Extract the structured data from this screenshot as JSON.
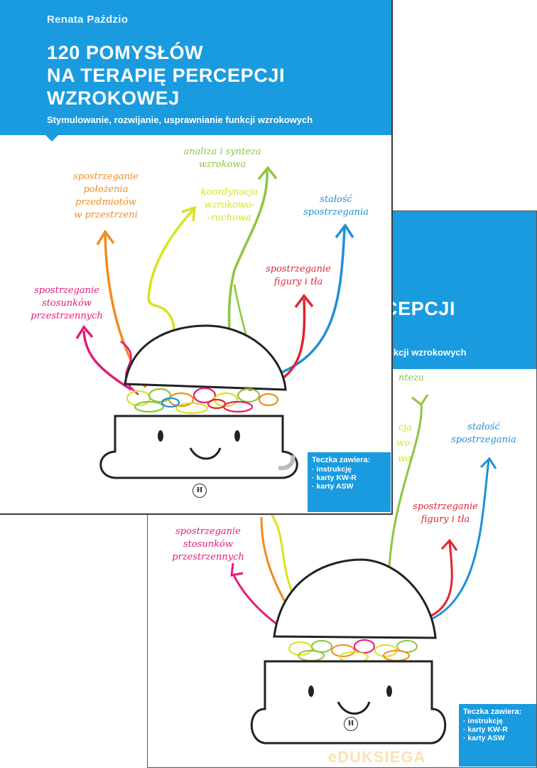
{
  "front": {
    "author": "Renata Paździo",
    "title_lines": [
      "120 POMYSŁÓW",
      "NA TERAPIĘ PERCEPCJI",
      "WZROKOWEJ"
    ],
    "subtitle": "Stymulowanie, rozwijanie, usprawnianie funkcji wzrokowych",
    "labels": {
      "orange": "spostrzeganie\npołożenia\nprzedmiotów\nw przestrzeni",
      "green": "analiza i synteza\nwzrokowa",
      "yellow": "koordynacja\nwzrokowo-\n-ruchowa",
      "blue": "stałość\nspostrzegania",
      "pink": "spostrzeganie\nstosunków\nprzestrzennych",
      "red": "spostrzeganie\nfigury i tła"
    },
    "box": {
      "head": "Teczka zawiera:",
      "items": [
        "instrukcję",
        "karty KW-R",
        "karty ASW"
      ]
    },
    "logo": "H"
  },
  "back": {
    "title_fragment": "CEPCJI",
    "subtitle_fragment": "nkcji wzrokowych",
    "labels": {
      "green_fragment": "nteza",
      "yellow_fragment_1": "cja",
      "yellow_fragment_2": "wo-",
      "yellow_fragment_3": "wa",
      "blue": "stałość\nspostrzegania",
      "pink": "spostrzeganie\nstosunków\nprzestrzennych",
      "red": "spostrzeganie\nfigury i tła"
    },
    "box": {
      "head": "Teczka zawiera:",
      "items": [
        "instrukcję",
        "karty KW-R",
        "karty ASW"
      ]
    },
    "logo": "H"
  },
  "watermark": "eDUKSIEGA",
  "colors": {
    "band": "#1a9be0",
    "orange": "#f28a1e",
    "green": "#8cc63f",
    "yellow": "#d8e21f",
    "blue": "#1f8fd8",
    "pink": "#e6197a",
    "red": "#e2242f"
  }
}
